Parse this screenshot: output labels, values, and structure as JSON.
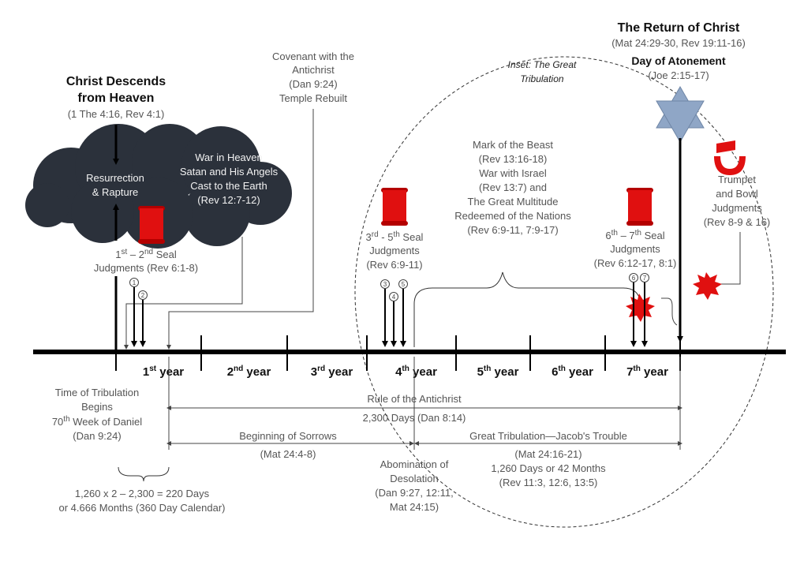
{
  "return": {
    "title": "The Return of Christ",
    "refs": "(Mat 24:29-30, Rev 19:11-16)",
    "atonement": "Day of Atonement",
    "atonement_ref": "(Joe 2:15-17)"
  },
  "inset": {
    "line1": "Inset: The Great",
    "line2": "Tribulation"
  },
  "descends": {
    "line1": "Christ Descends",
    "line2": "from Heaven",
    "refs": "(1 The 4:16, Rev 4:1)"
  },
  "covenant": {
    "line1": "Covenant with the",
    "line2": "Antichrist",
    "ref": "(Dan 9:24)",
    "line4": "Temple Rebuilt"
  },
  "rapture": {
    "line1": "Resurrection",
    "line2": "& Rapture"
  },
  "war_heaven": {
    "line1": "War in Heaven",
    "line2": "Satan and His Angels",
    "line3": "Cast to the Earth",
    "ref": "(Rev 12:7-12)"
  },
  "seal12": {
    "a": "1",
    "a_sup": "st",
    "mid": " – 2",
    "b_sup": "nd",
    "tail": " Seal",
    "line2": "Judgments (Rev 6:1-8)"
  },
  "seal35": {
    "a": "3",
    "a_sup": "rd",
    "mid": " - 5",
    "b_sup": "th",
    "tail": " Seal",
    "line2": "Judgments",
    "ref": "(Rev 6:9-11)"
  },
  "seal67": {
    "a": "6",
    "a_sup": "th",
    "mid": " – 7",
    "b_sup": "th",
    "tail": " Seal",
    "line2": "Judgments",
    "ref": "(Rev 6:12-17, 8:1)"
  },
  "mark": {
    "line1": "Mark of the Beast",
    "line2": "(Rev 13:16-18)",
    "line3": "War with Israel",
    "line4": "(Rev 13:7) and",
    "line5": "The Great Multitude",
    "line6": "Redeemed of the Nations",
    "line7": "(Rev 6:9-11, 7:9-17)"
  },
  "trumpet": {
    "line1": "Trumpet",
    "line2": "and Bowl",
    "line3": "Judgments",
    "ref": "(Rev 8-9 & 16)"
  },
  "seal_numbers": [
    "1",
    "2",
    "3",
    "4",
    "5",
    "6",
    "7"
  ],
  "years": [
    {
      "n": "1",
      "sup": "st",
      "w": " year"
    },
    {
      "n": "2",
      "sup": "nd",
      "w": " year"
    },
    {
      "n": "3",
      "sup": "rd",
      "w": " year"
    },
    {
      "n": "4",
      "sup": "th",
      "w": " year"
    },
    {
      "n": "5",
      "sup": "th",
      "w": " year"
    },
    {
      "n": "6",
      "sup": "th",
      "w": " year"
    },
    {
      "n": "7",
      "sup": "th",
      "w": " year"
    }
  ],
  "begins": {
    "line1": "Time of Tribulation",
    "line2": "Begins",
    "line3a": "70",
    "line3sup": "th",
    "line3b": " Week of Daniel",
    "ref": "(Dan 9:24)"
  },
  "rule": {
    "label": "Rule of the Antichrist",
    "days": "2,300 Days (Dan 8:14)"
  },
  "sorrows": {
    "label": "Beginning of Sorrows",
    "ref": "(Mat 24:4-8)"
  },
  "great_trib": {
    "label": "Great Tribulation—Jacob's Trouble",
    "ref": "(Mat 24:16-21)",
    "line3": "1,260 Days or 42 Months",
    "line4": "(Rev 11:3, 12:6, 13:5)"
  },
  "abomination": {
    "line1": "Abomination of",
    "line2": "Desolation",
    "line3": "(Dan 9:27, 12:11,",
    "line4": "Mat 24:15)"
  },
  "calc": {
    "line1": "1,260 x 2 – 2,300 = 220 Days",
    "line2": "or 4.666 Months (360 Day Calendar)"
  },
  "colors": {
    "cloud": "#2b313b",
    "scroll": "#e01010",
    "star_fill": "#8fa6c6",
    "timeline": "#000000",
    "burst": "#e01010"
  },
  "icons": [
    "scroll-icon",
    "star-of-david-icon",
    "trumpet-icon",
    "burst-icon",
    "cloud-icon"
  ]
}
